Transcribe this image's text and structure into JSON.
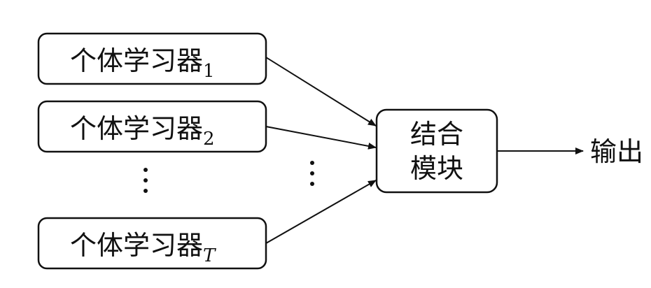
{
  "learners": [
    {
      "label": "个体学习器",
      "subscript": "1",
      "italic": false
    },
    {
      "label": "个体学习器",
      "subscript": "2",
      "italic": false
    },
    {
      "label": "个体学习器",
      "subscript": "T",
      "italic": true
    }
  ],
  "combiner": {
    "line1": "结合",
    "line2": "模块"
  },
  "output": {
    "label": "输出"
  }
}
